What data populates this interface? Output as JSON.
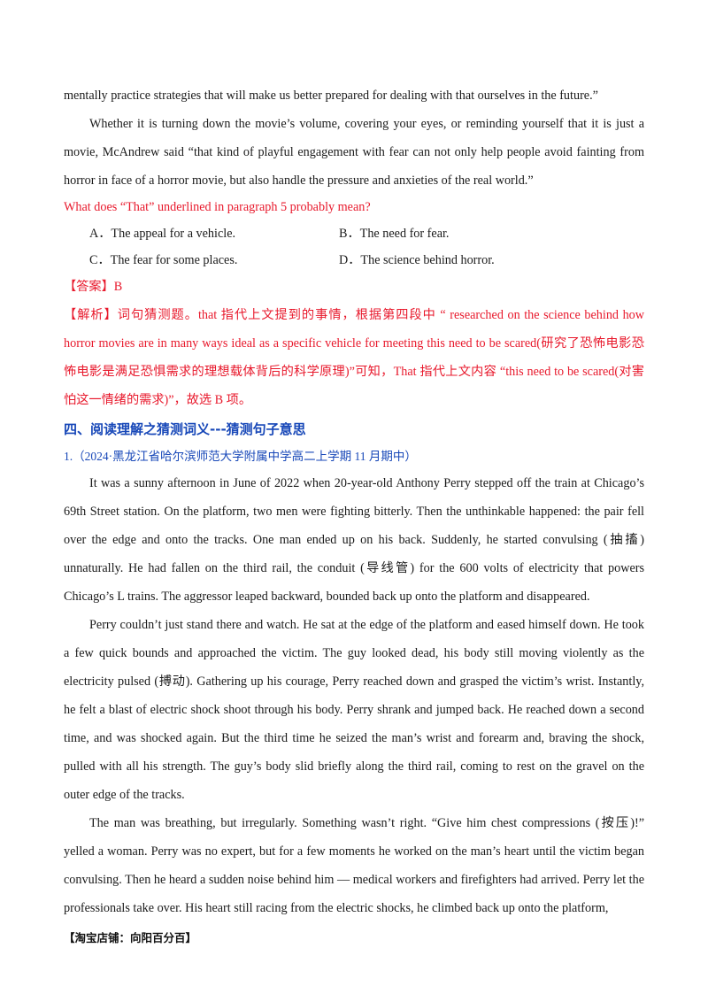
{
  "passage_top": {
    "p1": "mentally practice strategies that will make us better prepared for dealing with that ourselves in the future.”",
    "p2": "Whether it is turning down the movie’s volume, covering your eyes, or reminding yourself that it is just a movie, McAndrew said “that kind of playful engagement with fear can not only help people avoid fainting from horror in face of a horror movie, but also handle the pressure and anxieties of the real world.”"
  },
  "question": {
    "text": "What does “That” underlined in paragraph 5 probably mean?",
    "options": [
      "A．The appeal for a vehicle.",
      "B．The need for fear.",
      "C．The fear for some places.",
      "D．The science behind horror."
    ],
    "answer": "【答案】B",
    "analysis": "【解析】词句猜测题。that 指代上文提到的事情，根据第四段中 “ researched on the science behind how horror movies are in many ways ideal as a specific vehicle for meeting this need to be scared(研究了恐怖电影恐怖电影是满足恐惧需求的理想载体背后的科学原理)”可知，That 指代上文内容 “this need to be scared(对害怕这一情绪的需求)”，故选 B 项。"
  },
  "section": {
    "heading": "四、阅读理解之猜测词义---猜测句子意思",
    "source": "1.（2024·黑龙江省哈尔滨师范大学附属中学高二上学期 11 月期中）"
  },
  "passage2": [
    "It was a sunny afternoon in June of 2022 when 20-year-old Anthony Perry stepped off the train at Chicago’s 69th Street station. On the platform, two men were fighting bitterly. Then the unthinkable happened: the pair fell over the edge and onto the tracks. One man ended up on his back. Suddenly, he started convulsing (抽搐) unnaturally. He had fallen on the third rail, the conduit (导线管) for the 600 volts of electricity that powers Chicago’s L trains. The aggressor leaped backward, bounded back up onto the platform and disappeared.",
    "Perry couldn’t just stand there and watch. He sat at the edge of the platform and eased himself down. He took a few quick bounds and approached the victim. The guy looked dead, his body still moving violently as the electricity pulsed (搏动). Gathering up his courage, Perry reached down and grasped the victim’s wrist. Instantly, he felt a blast of electric shock shoot through his body. Perry shrank and jumped back. He reached down a second time, and was shocked again. But the third time he seized the man’s wrist and forearm and, braving the shock, pulled with all his strength. The guy’s body slid briefly along the third rail, coming to rest on the gravel on the outer edge of the tracks.",
    "The man was breathing, but irregularly. Something wasn’t right. “Give him chest compressions (按压)!” yelled a woman. Perry was no expert, but for a few moments he worked on the man’s heart until the victim began convulsing. Then he heard a sudden noise behind him — medical workers and firefighters had arrived. Perry let the professionals take over. His heart still racing from the electric shocks, he climbed back up onto the platform,"
  ],
  "footer": "【淘宝店铺：向阳百分百】"
}
